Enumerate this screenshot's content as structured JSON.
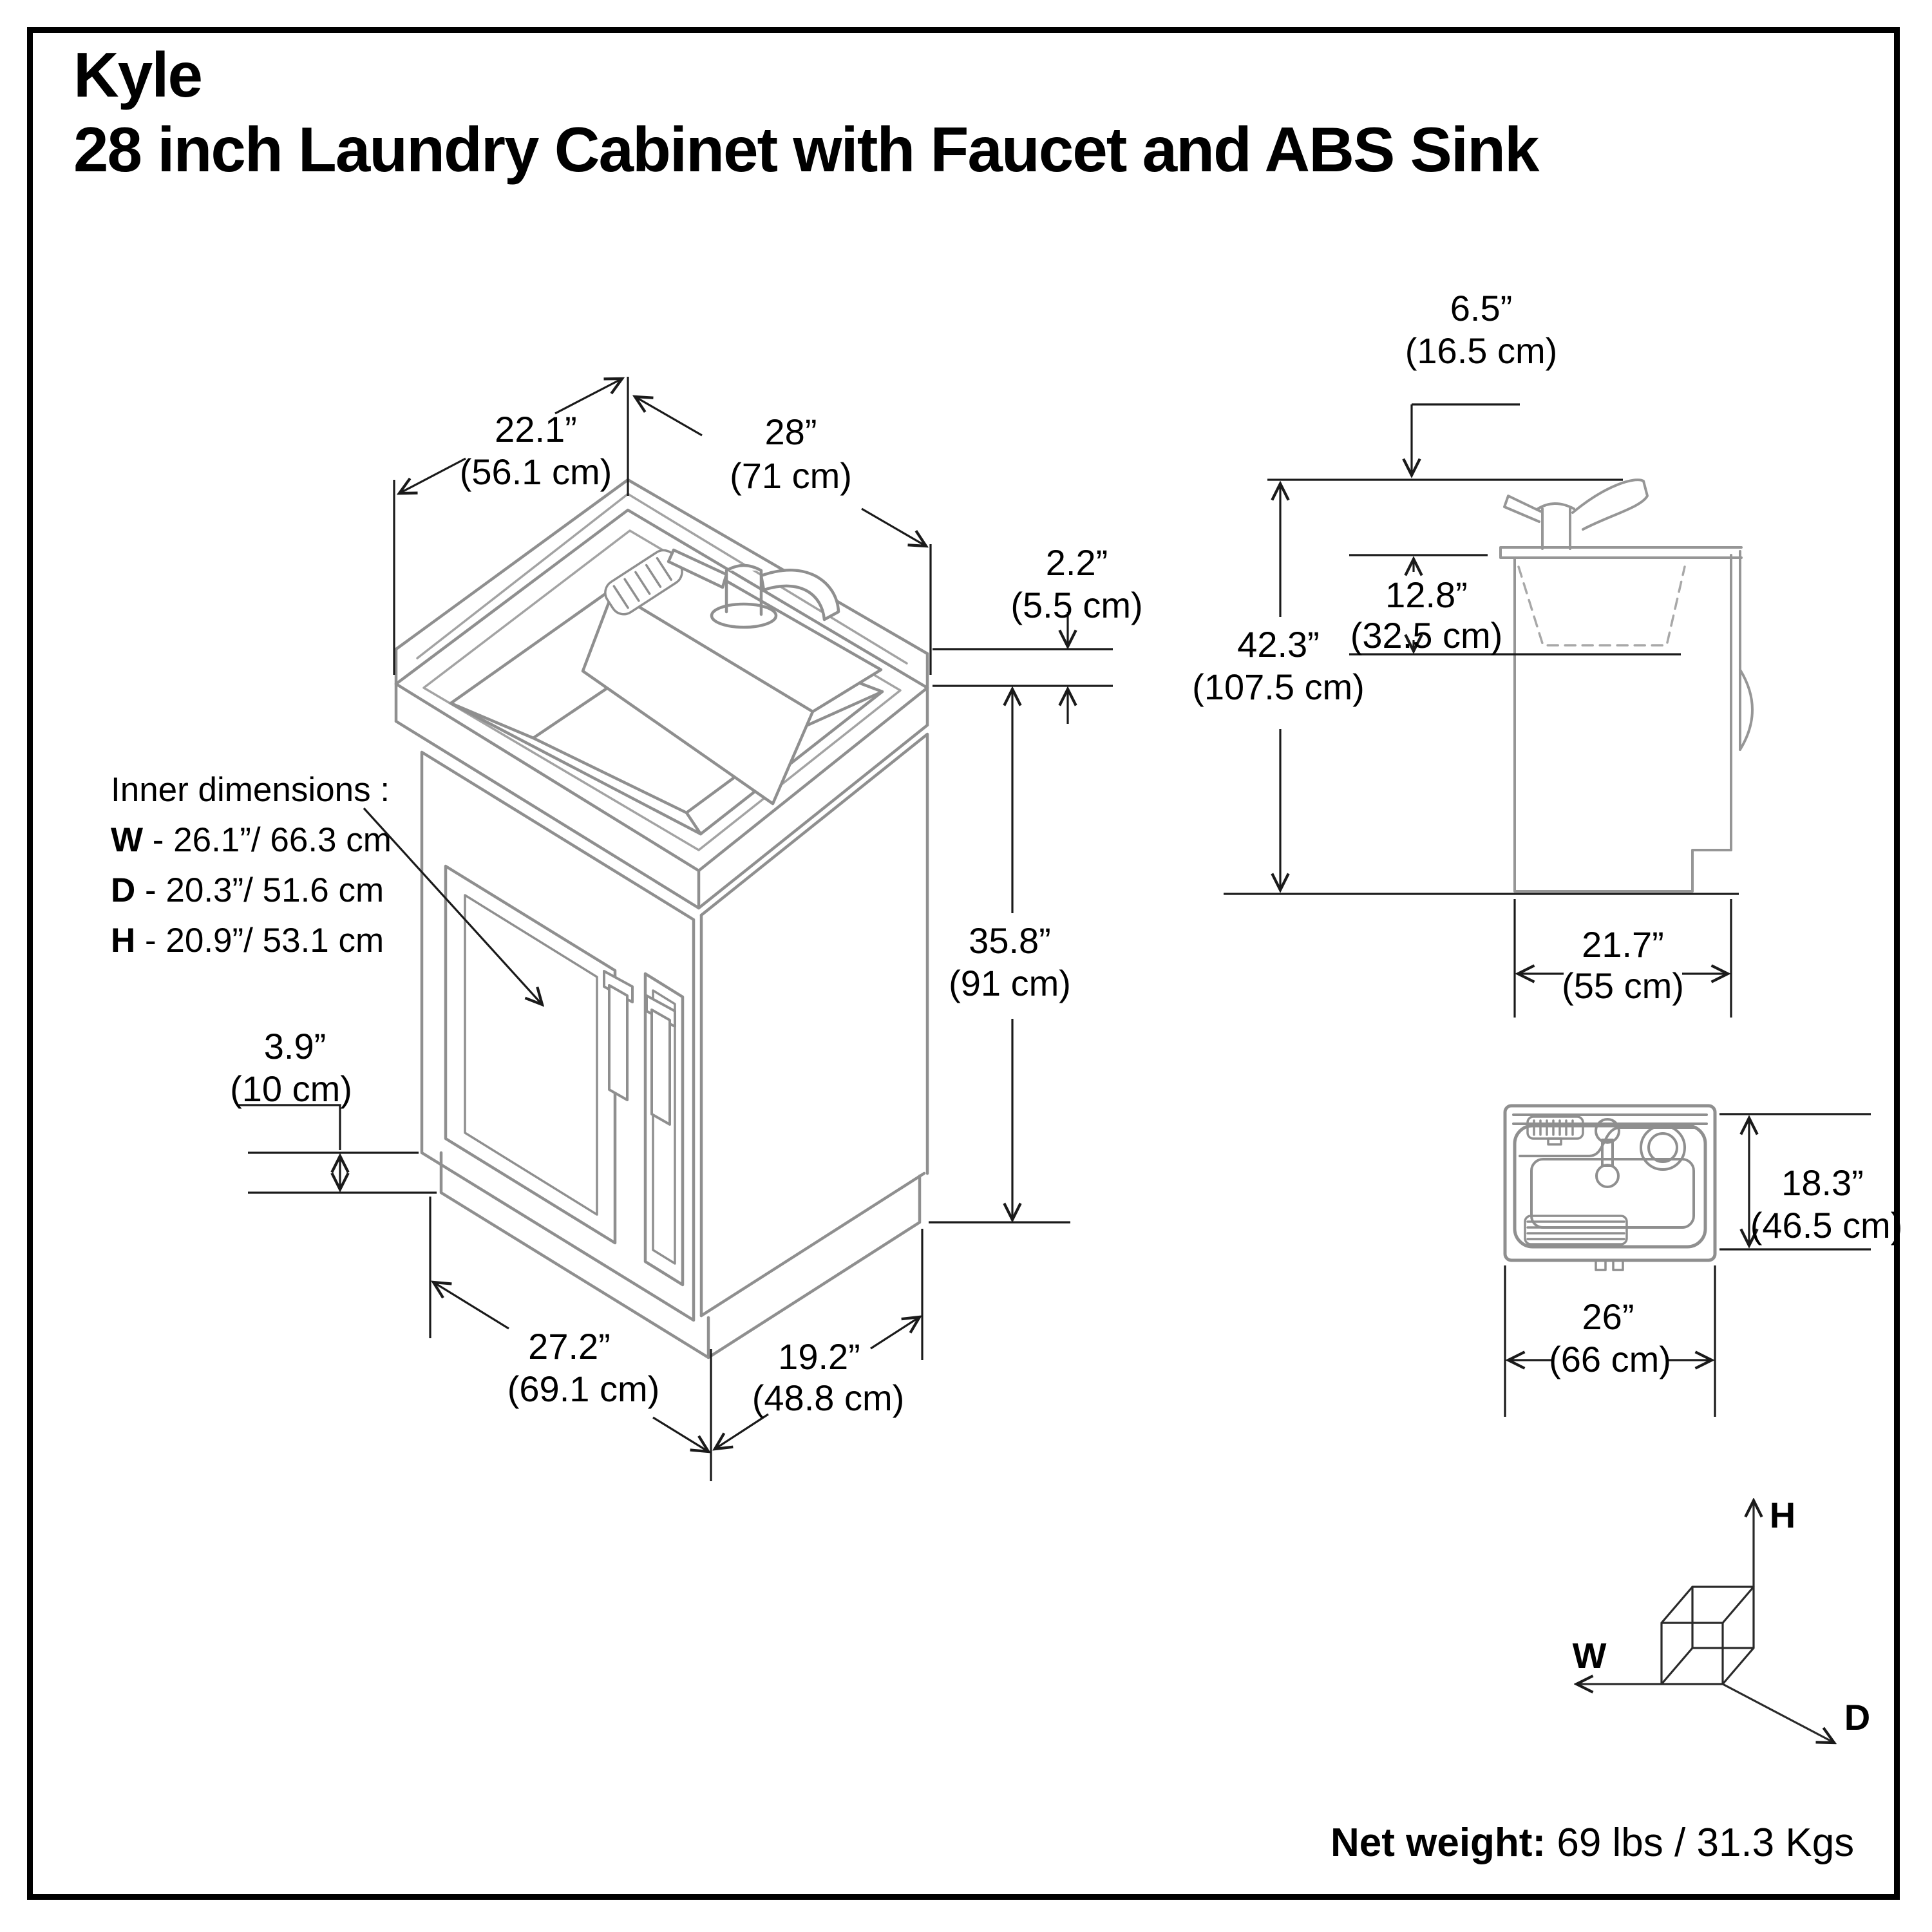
{
  "title": {
    "line1": "Kyle",
    "line2": "28 inch Laundry Cabinet with Faucet and ABS Sink"
  },
  "inner_dimensions": {
    "heading": "Inner dimensions :",
    "items": [
      {
        "k": "W",
        "v": " - 26.1”/ 66.3 cm"
      },
      {
        "k": "D",
        "v": " - 20.3”/ 51.6 cm"
      },
      {
        "k": "H",
        "v": " - 20.9”/ 53.1 cm"
      }
    ]
  },
  "dims": {
    "iso_depth": {
      "in": "22.1”",
      "cm": "(56.1 cm)"
    },
    "iso_width": {
      "in": "28”",
      "cm": "(71 cm)"
    },
    "iso_splash": {
      "in": "2.2”",
      "cm": "(5.5 cm)"
    },
    "iso_body_height": {
      "in": "35.8”",
      "cm": "(91 cm)"
    },
    "iso_toekick": {
      "in": "3.9”",
      "cm": "(10 cm)"
    },
    "iso_base_width": {
      "in": "27.2”",
      "cm": "(69.1 cm)"
    },
    "iso_base_depth": {
      "in": "19.2”",
      "cm": "(48.8 cm)"
    },
    "side_faucet": {
      "in": "6.5”",
      "cm": "(16.5 cm)"
    },
    "side_tub_depth": {
      "in": "12.8”",
      "cm": "(32.5 cm)"
    },
    "side_total_height": {
      "in": "42.3”",
      "cm": "(107.5 cm)"
    },
    "side_depth": {
      "in": "21.7”",
      "cm": "(55 cm)"
    },
    "top_depth": {
      "in": "18.3”",
      "cm": "(46.5 cm)"
    },
    "top_width": {
      "in": "26”",
      "cm": "(66 cm)"
    }
  },
  "axes_cube": {
    "h": "H",
    "w": "W",
    "d": "D"
  },
  "footer": {
    "net_weight_label": "Net weight:",
    "net_weight_value": " 69 lbs / 31.3 Kgs"
  },
  "colors": {
    "object_line": "#8f8f8f",
    "dimension_line": "#1a1a1a",
    "text": "#000000"
  }
}
